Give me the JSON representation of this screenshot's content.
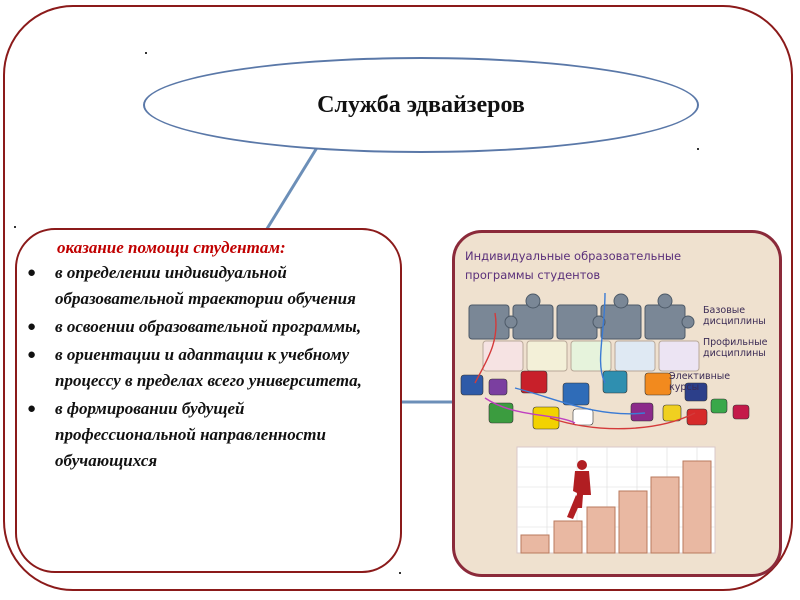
{
  "title": "Служба эдвайзеров",
  "left_panel": {
    "lead": "оказание помощи студентам:",
    "items": [
      "в определении индивидуальной образовательной траектории обучения",
      "в освоении образовательной программы,",
      "в ориентации и адаптации к учебному процессу  в пределах всего университета,",
      "в формировании будущей профессиональной направленности обучающихся"
    ]
  },
  "right_panel": {
    "title": "Индивидуальные образовательные программы студентов",
    "labels": {
      "basic": "Базовые дисциплины",
      "profile": "Профильные дисциплины",
      "elective": "Элективные курсы"
    }
  },
  "colors": {
    "frame": "#8b1a1a",
    "oval_border": "#5a78a8",
    "connector": "#6c8fb8",
    "lead_text": "#c00000",
    "picture_bg": "#efe1cf"
  }
}
